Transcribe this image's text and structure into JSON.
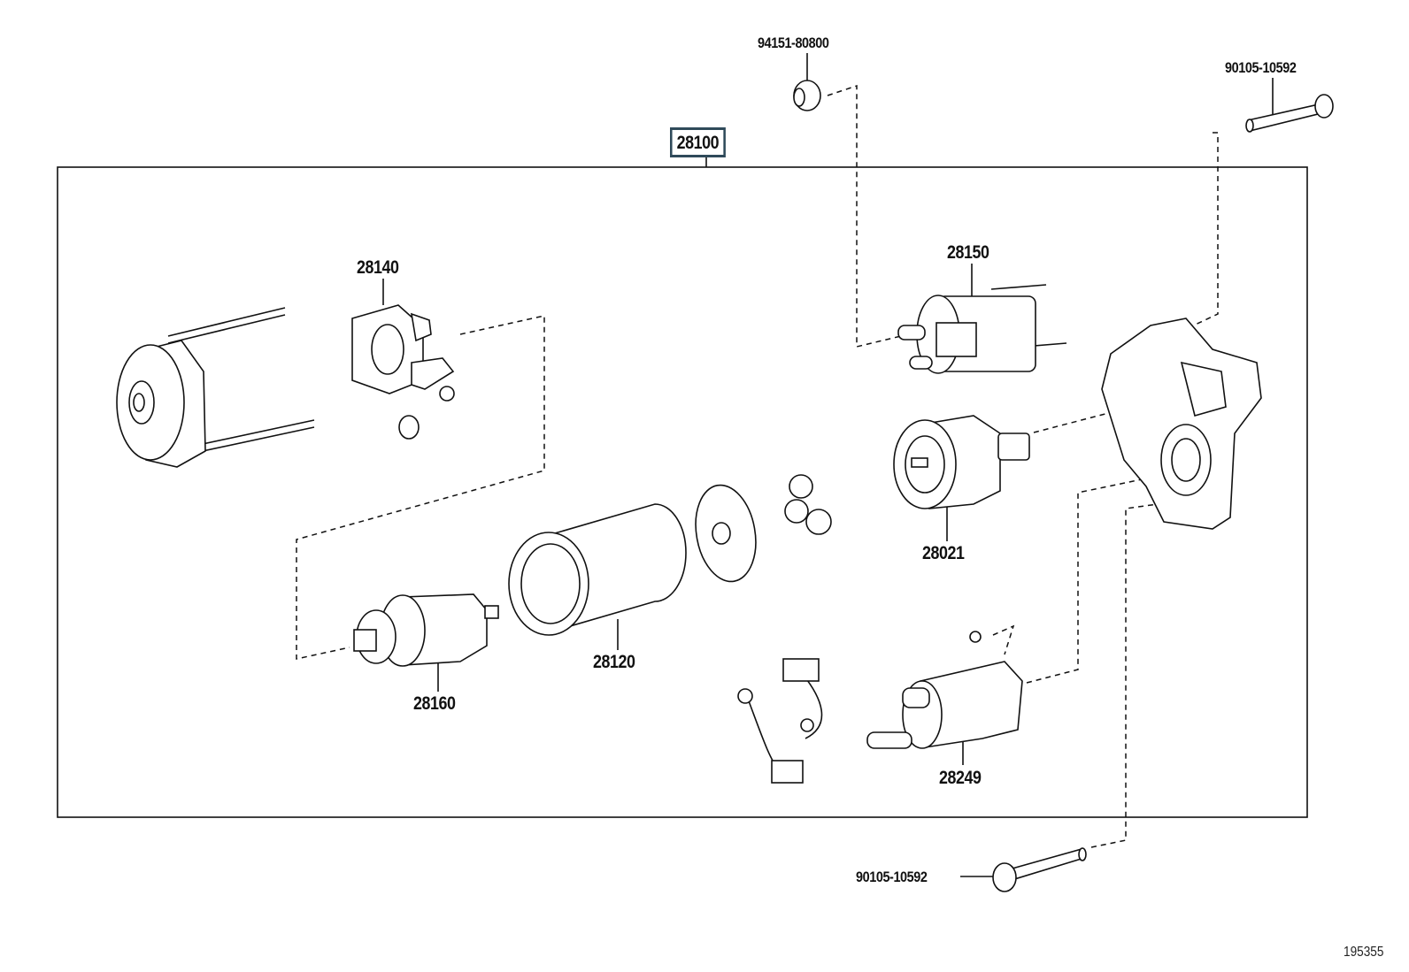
{
  "diagram": {
    "assembly_label": "28100",
    "reference_number": "195355",
    "parts": [
      {
        "id": "nut",
        "label": "94151-80800"
      },
      {
        "id": "bolt-top",
        "label": "90105-10592"
      },
      {
        "id": "brush-holder",
        "label": "28140"
      },
      {
        "id": "solenoid",
        "label": "28150"
      },
      {
        "id": "clutch",
        "label": "28021"
      },
      {
        "id": "armature",
        "label": "28160"
      },
      {
        "id": "yoke",
        "label": "28120"
      },
      {
        "id": "lever-assy",
        "label": "28249"
      },
      {
        "id": "bolt-bottom",
        "label": "90105-10592"
      }
    ]
  }
}
